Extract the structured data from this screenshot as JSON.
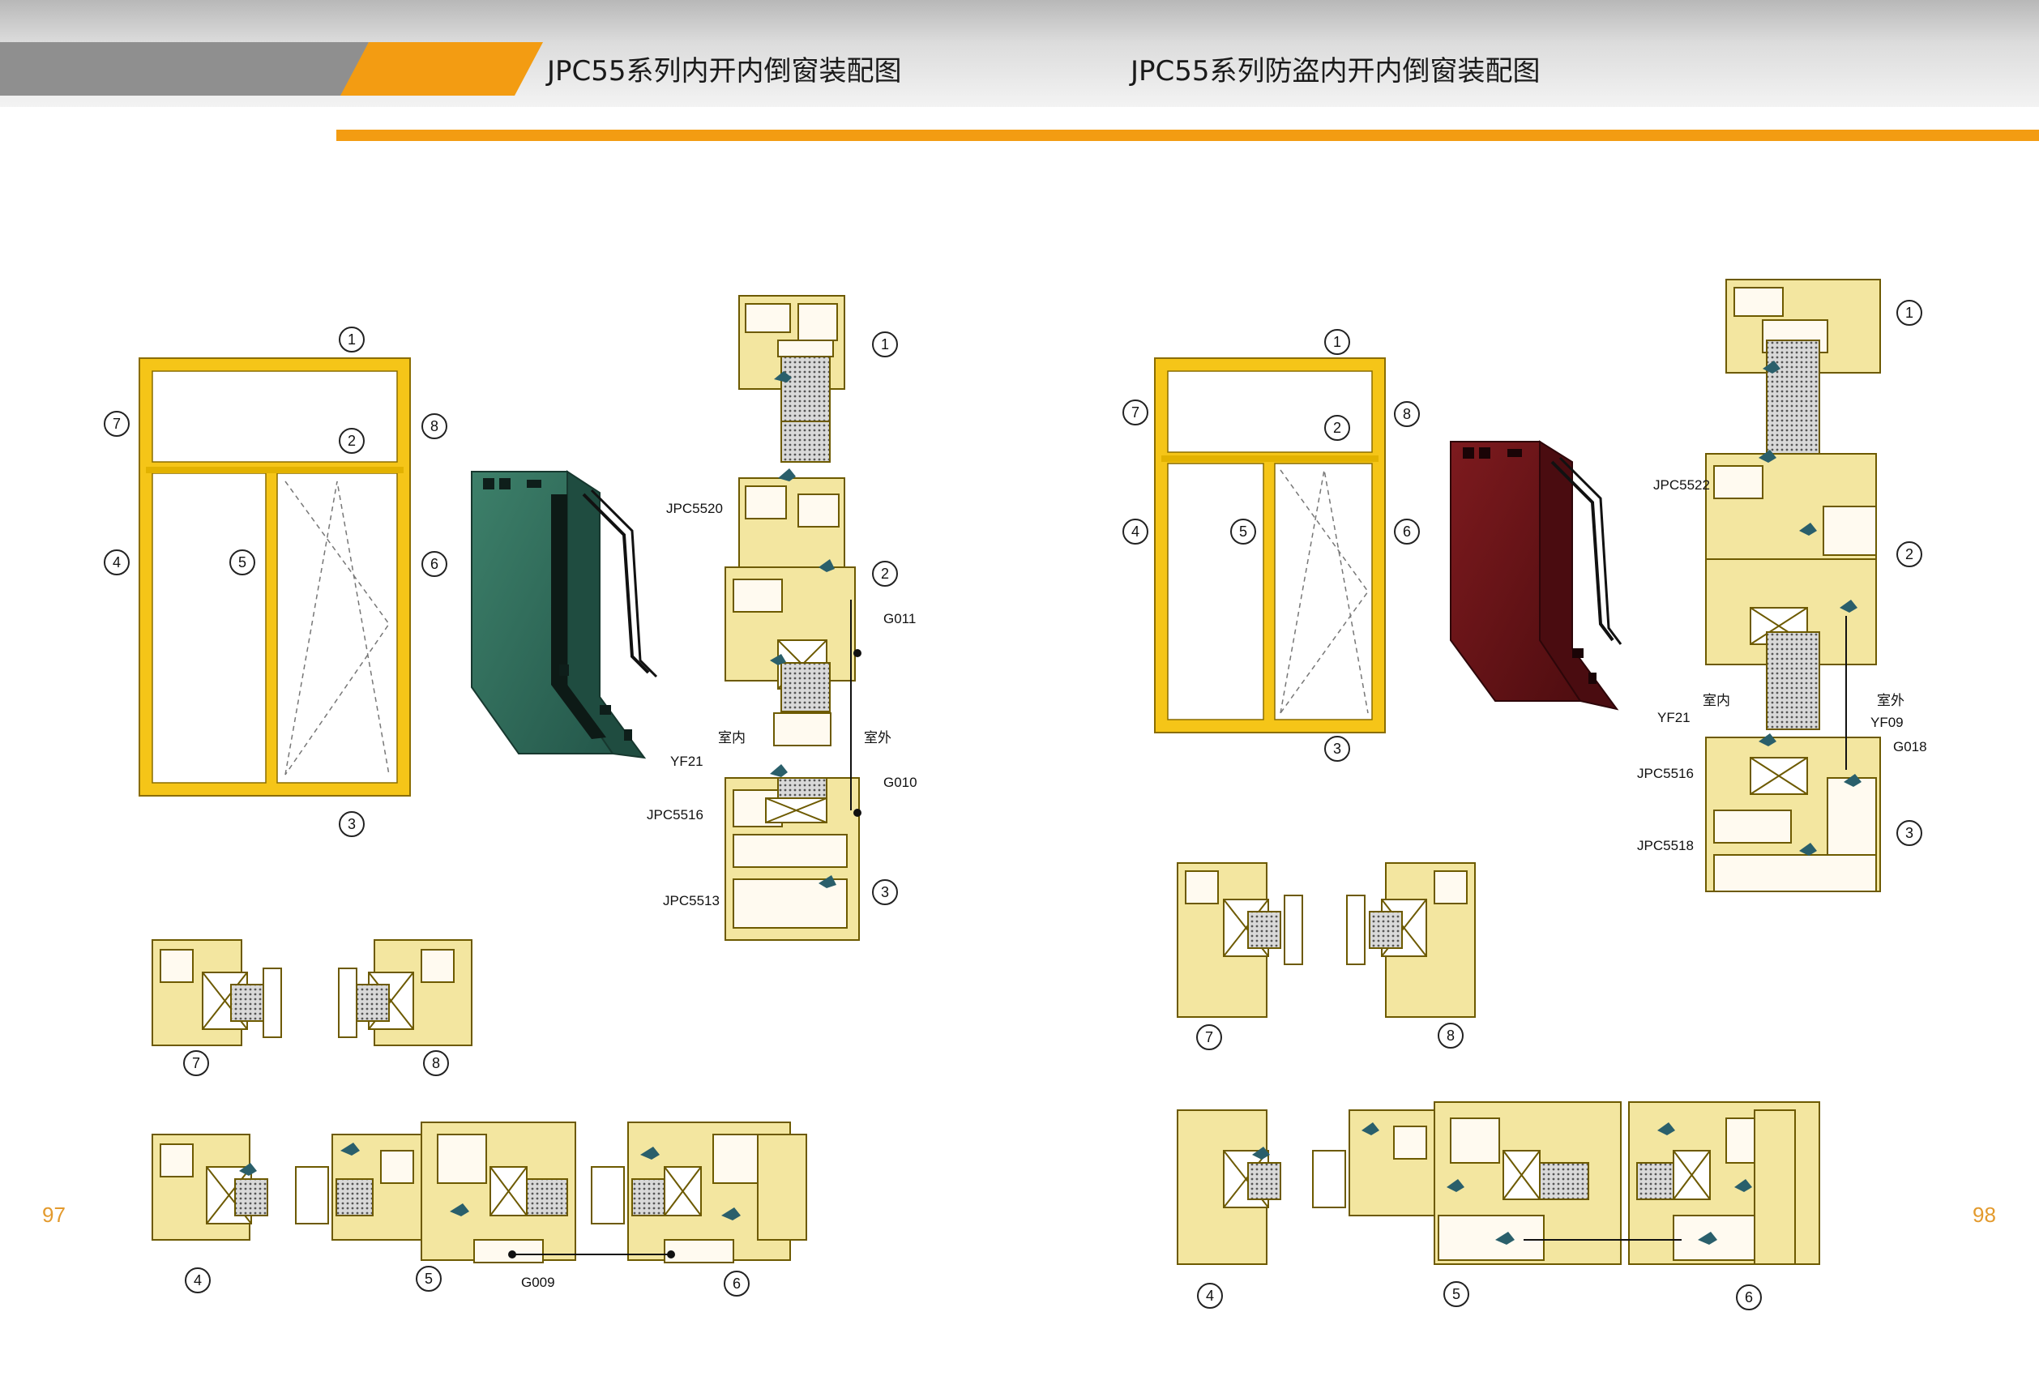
{
  "header": {
    "left_title": "JPC55系列内开内倒窗装配图",
    "right_title": "JPC55系列防盗内开内倒窗装配图"
  },
  "pages": {
    "left": "97",
    "right": "98"
  },
  "callout_numbers": [
    "1",
    "2",
    "3",
    "4",
    "5",
    "6",
    "7",
    "8"
  ],
  "left_diagram": {
    "part_labels": [
      "JPC5520",
      "G011",
      "G010",
      "YF21",
      "JPC5516",
      "JPC5513",
      "G009"
    ],
    "side_labels": {
      "inside": "室内",
      "outside": "室外"
    }
  },
  "right_diagram": {
    "part_labels": [
      "JPC5522",
      "YF21",
      "JPC5516",
      "JPC5518",
      "YF09",
      "G018"
    ],
    "side_labels": {
      "inside": "室内",
      "outside": "室外"
    }
  },
  "colors": {
    "accent_orange": "#f39c12",
    "frame_yellow": "#f5c518",
    "profile_yellow": "#f3e6a0",
    "green_corner": "#2f6b56",
    "maroon_corner": "#6b1418",
    "gasket_teal": "#2a5f6b"
  }
}
